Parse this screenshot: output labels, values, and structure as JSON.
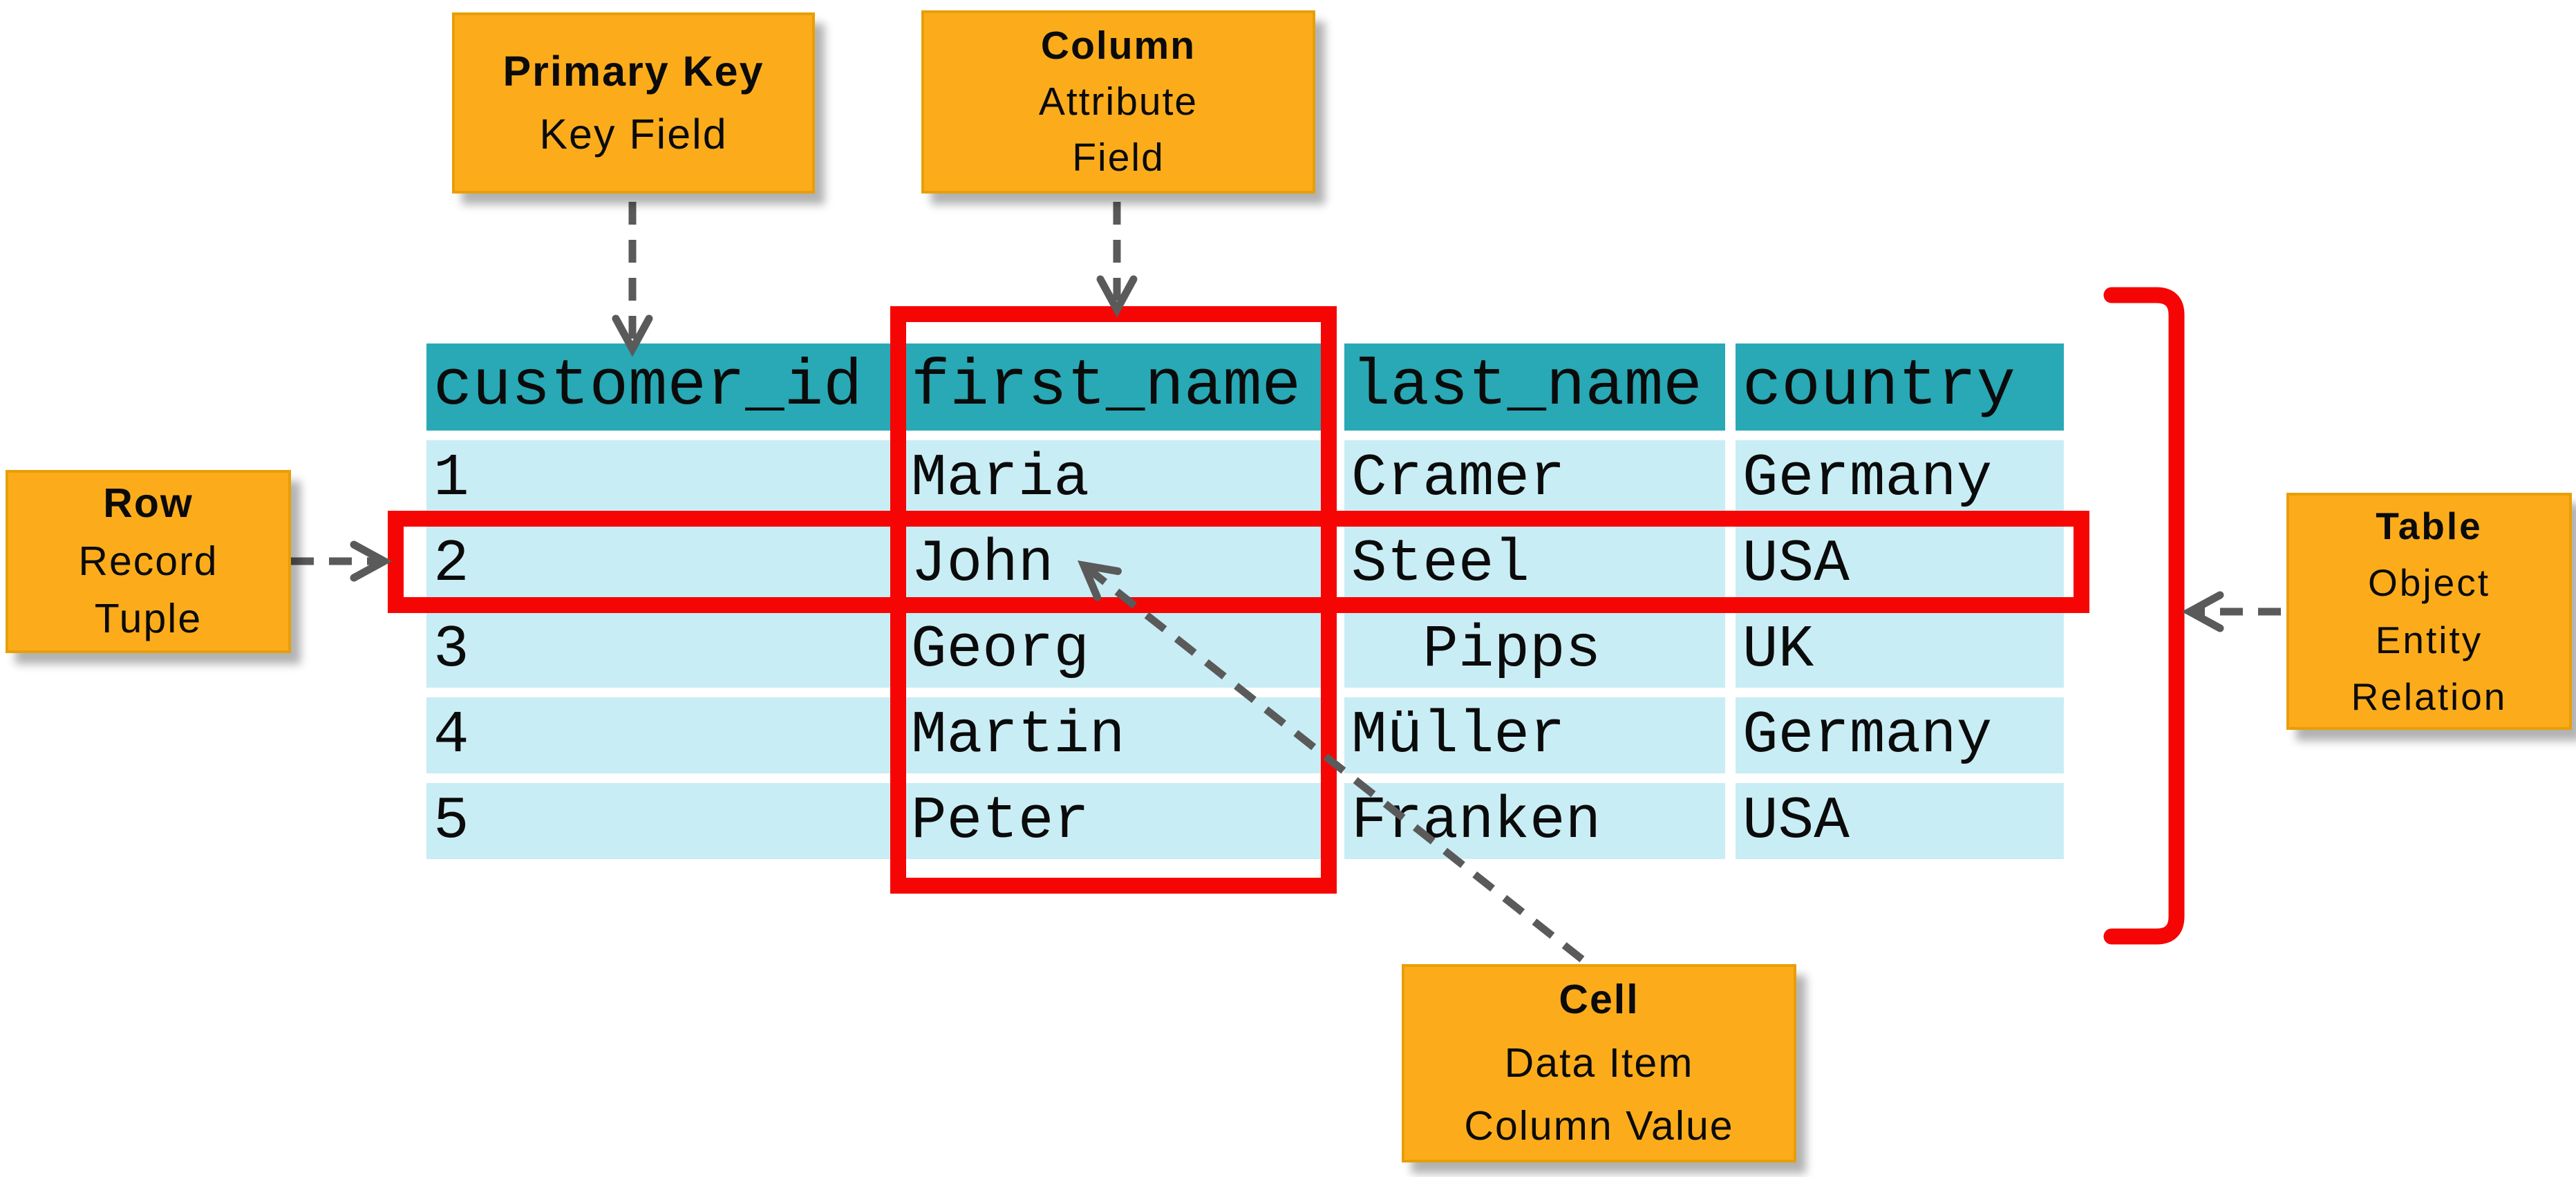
{
  "colors": {
    "accent_orange": "#FCAC1B",
    "header_teal": "#28A9B5",
    "cell_cyan": "#C9EDF4",
    "highlight_red": "#F60505",
    "arrow_gray": "#5A5A5A"
  },
  "callouts": {
    "primary_key": {
      "title": "Primary Key",
      "lines": [
        "Key Field"
      ]
    },
    "column": {
      "title": "Column",
      "lines": [
        "Attribute",
        "Field"
      ]
    },
    "row": {
      "title": "Row",
      "lines": [
        "Record",
        "Tuple"
      ]
    },
    "table": {
      "title": "Table",
      "lines": [
        "Object",
        "Entity",
        "Relation"
      ]
    },
    "cell": {
      "title": "Cell",
      "lines": [
        "Data Item",
        "Column Value"
      ]
    }
  },
  "table": {
    "headers": [
      "customer_id",
      "first_name",
      "last_name",
      "country"
    ],
    "rows": [
      [
        "1",
        "Maria",
        "Cramer",
        "Germany"
      ],
      [
        "2",
        "John",
        "Steel",
        "USA"
      ],
      [
        "3",
        "Georg",
        "  Pipps",
        "UK"
      ],
      [
        "4",
        "Martin",
        "Müller",
        "Germany"
      ],
      [
        "5",
        "Peter",
        "Franken",
        "USA"
      ]
    ]
  }
}
